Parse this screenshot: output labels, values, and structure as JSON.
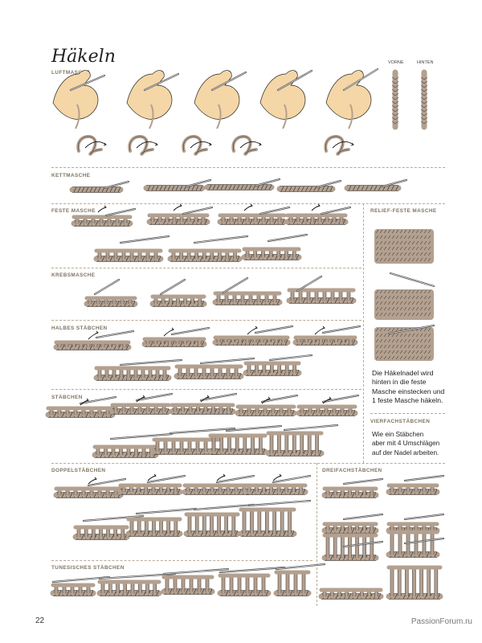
{
  "page": {
    "title": "Häkeln",
    "page_number": "22",
    "watermark": "PassionForum.ru"
  },
  "sections": {
    "luftmasche": "LUFTMASCHE",
    "kettmasche": "KETTMASCHE",
    "feste_masche": "FESTE MASCHE",
    "relief_feste_masche": "RELIEF-FESTE MASCHE",
    "krebsmasche": "KREBSMASCHE",
    "halbes_staebchen": "HALBES STÄBCHEN",
    "staebchen": "STÄBCHEN",
    "vierfachstaebchen": "VIERFACHSTÄBCHEN",
    "doppelstaebchen": "DOPPELSTÄBCHEN",
    "dreifachstaebchen": "DREIFACHSTÄBCHEN",
    "tunesisches_staebchen": "TUNESISCHES STÄBCHEN"
  },
  "chain_labels": {
    "front": "VORNE",
    "back": "HINTEN"
  },
  "notes": {
    "relief_lines": [
      "Die Häkelnadel wird",
      "hinten in die feste",
      "Masche einstecken und",
      "1 feste Masche häkeln."
    ],
    "vierfach_lines": [
      "Wie ein Stäbchen",
      "aber mit 4 Umschlägen",
      "auf der Nadel arbeiten."
    ]
  },
  "colors": {
    "yarn": "#b3a08f",
    "yarn_dark": "#8c7a6a",
    "skin": "#f5d6a6",
    "line": "#222222",
    "rule": "#b9aa93"
  }
}
